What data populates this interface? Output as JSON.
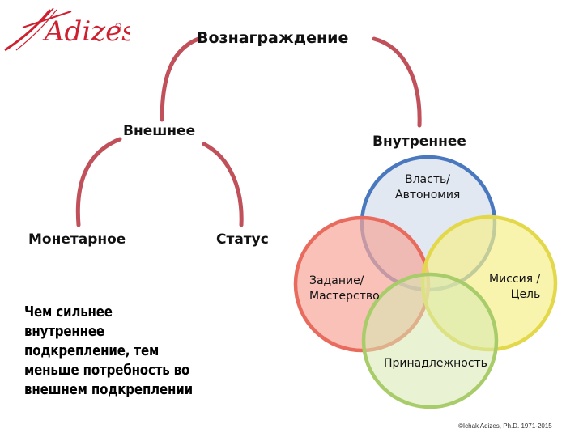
{
  "logo": {
    "text": "Adizes"
  },
  "tree": {
    "root": "Вознаграждение",
    "external": "Внешнее",
    "internal": "Внутреннее",
    "monetary": "Монетарное",
    "status": "Статус"
  },
  "venn": {
    "power": [
      "Власть/",
      "Автономия"
    ],
    "task": [
      "Задание/",
      "Мастерство"
    ],
    "mission": [
      "Миссия /",
      "Цель"
    ],
    "belonging": "Принадлежность"
  },
  "note": [
    "Чем сильнее",
    "внутреннее",
    "подкрепление, тем",
    "меньше потребность во",
    "внешнем подкреплении"
  ],
  "copyright": "©Ichak Adizes, Ph.D. 1971-2015",
  "colors": {
    "connector": "#c0505a",
    "power_fill": "#dce4f0",
    "power_stroke": "#4a78bf",
    "task_fill": "#f6a69a",
    "task_stroke": "#e96b5d",
    "mission_fill": "#f5f08a",
    "mission_stroke": "#e2d84a",
    "belonging_fill": "#d7eab0",
    "belonging_stroke": "#a9cc6a",
    "logo_red": "#cf2030"
  }
}
